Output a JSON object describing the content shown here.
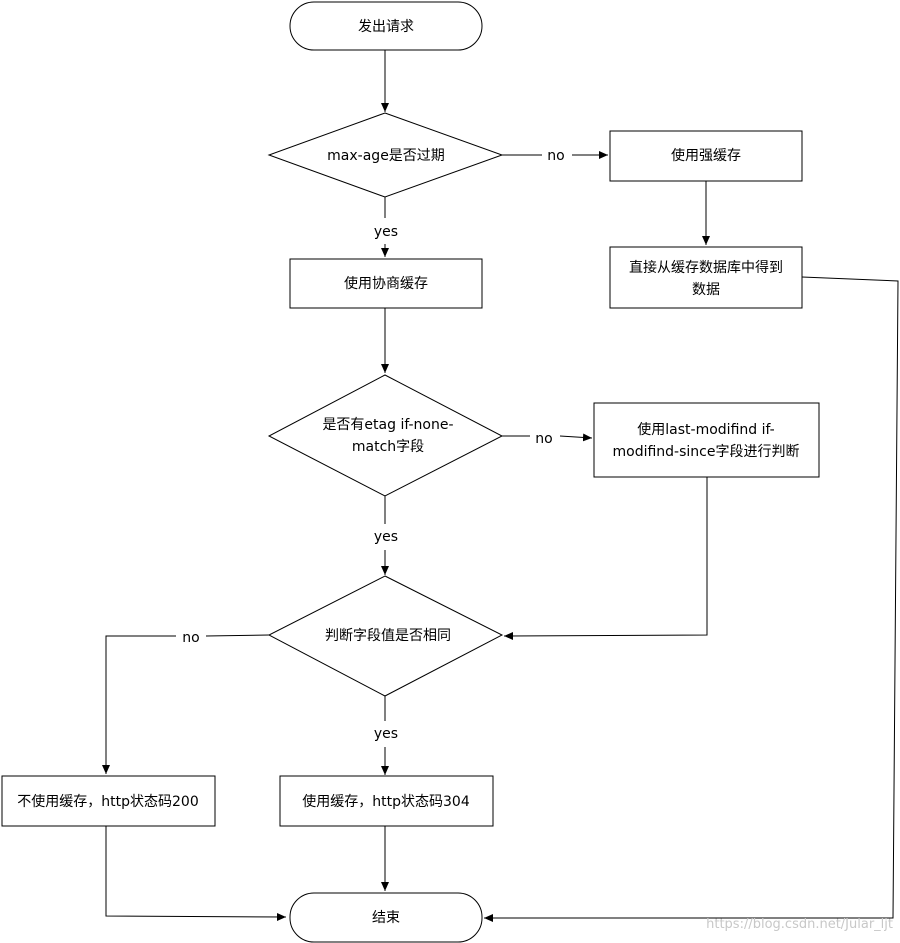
{
  "nodes": {
    "start": "发出请求",
    "max_age": "max-age是否过期",
    "strong_cache": "使用强缓存",
    "from_db": [
      "直接从缓存数据库中得到",
      "数据"
    ],
    "negotiate": "使用协商缓存",
    "etag": [
      "是否有etag if-none-",
      "match字段"
    ],
    "last_modified": [
      "使用last-modifind if-",
      "modifind-since字段进行判断"
    ],
    "compare": "判断字段值是否相同",
    "no_cache_200": "不使用缓存，http状态码200",
    "cache_304": "使用缓存，http状态码304",
    "end": "结束"
  },
  "edges": {
    "max_age_no": "no",
    "max_age_yes": "yes",
    "etag_no": "no",
    "etag_yes": "yes",
    "compare_no": "no",
    "compare_yes": "yes"
  },
  "watermark": "https://blog.csdn.net/Jular_ljt"
}
